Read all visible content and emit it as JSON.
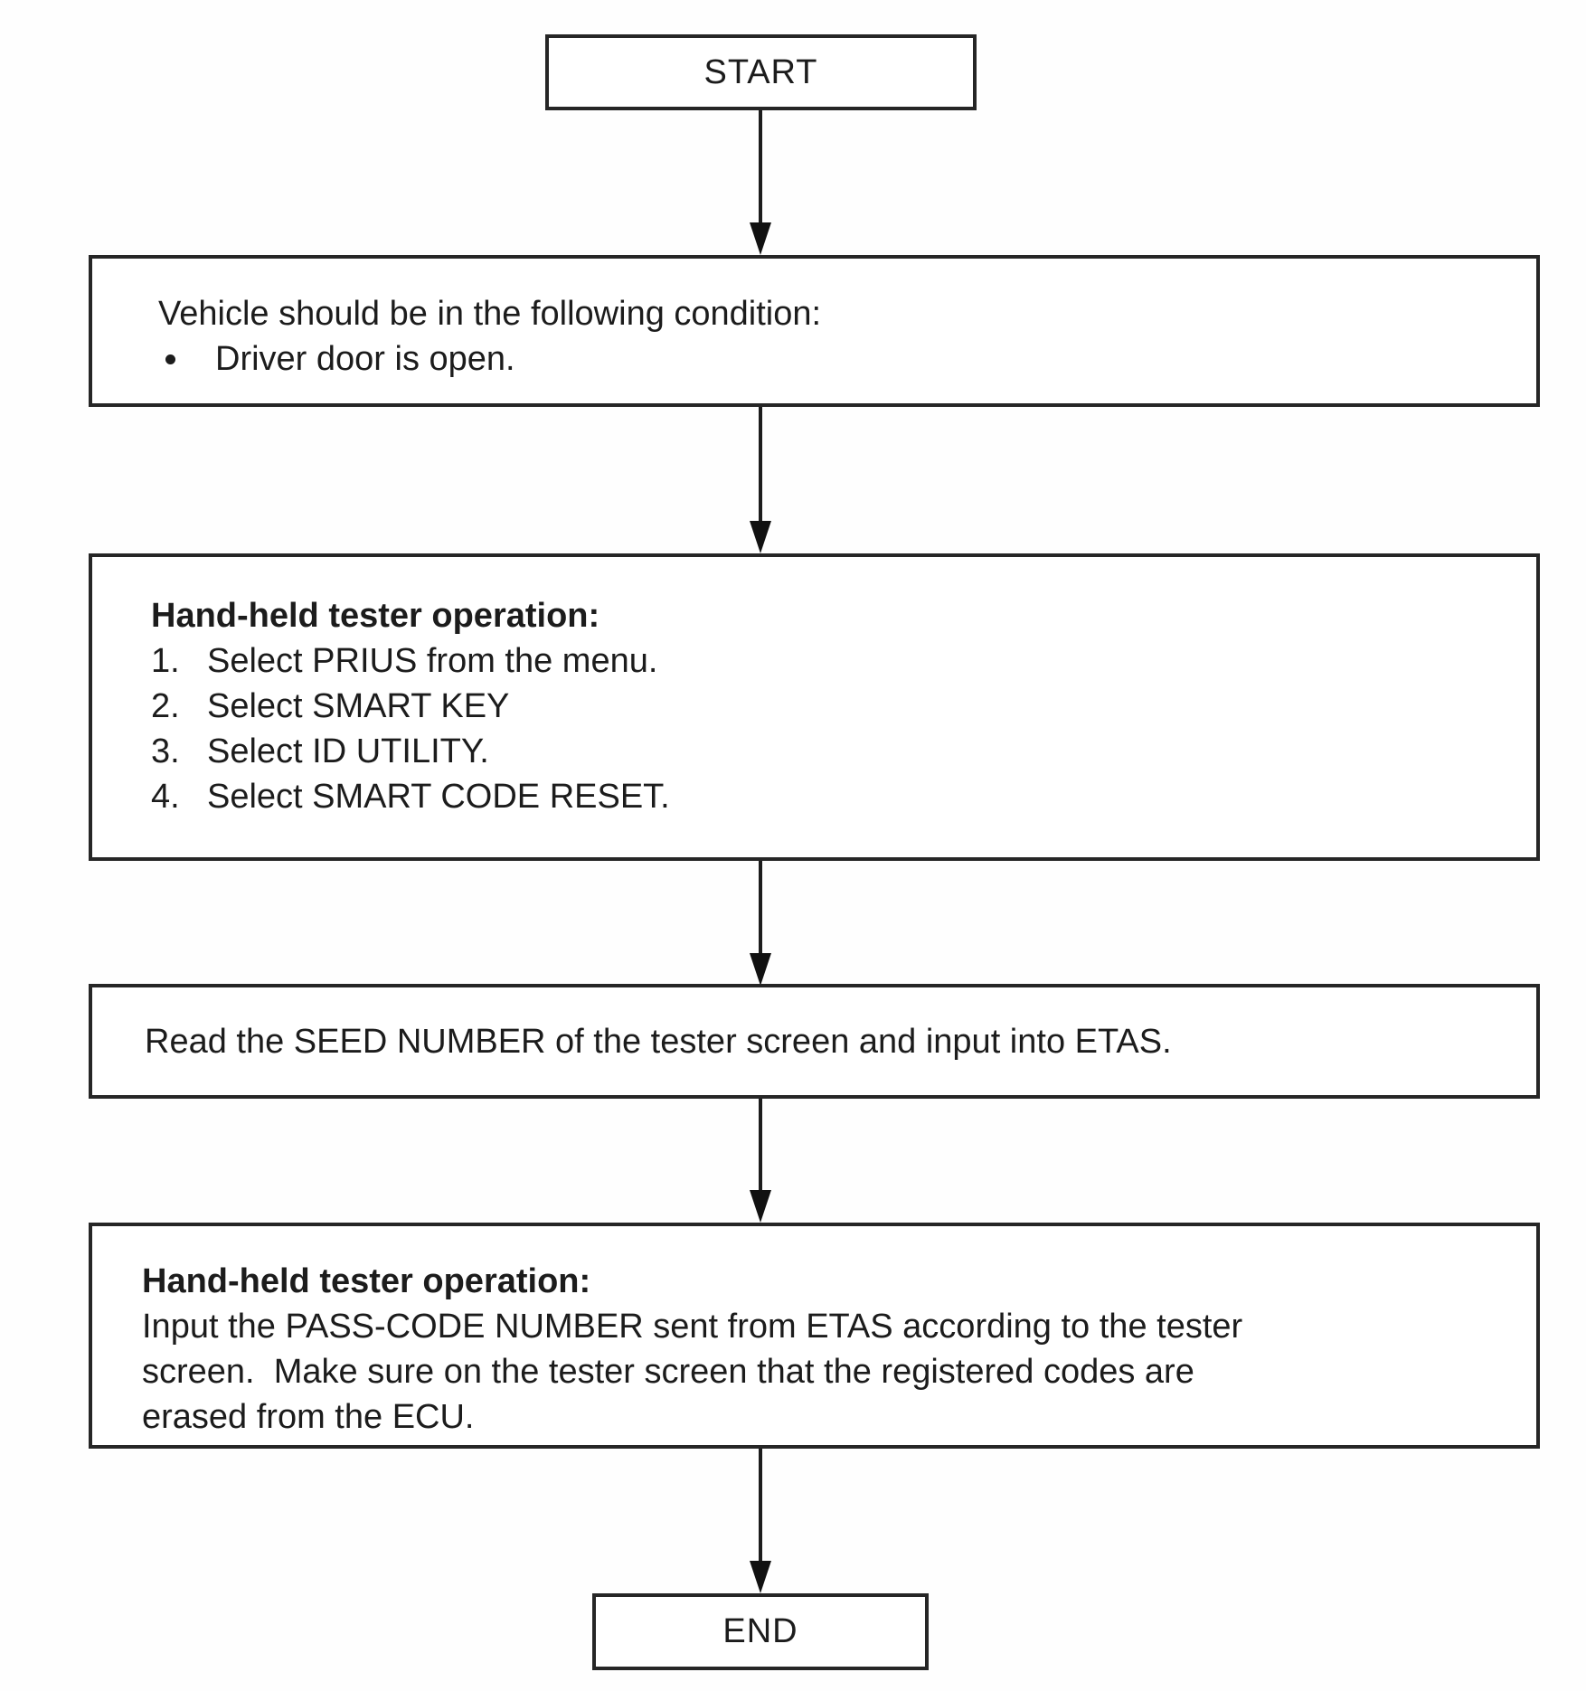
{
  "flowchart": {
    "colors": {
      "line": "#262626",
      "text": "#1c1c1c",
      "background": "#ffffff"
    },
    "nodes": {
      "start": {
        "label": "START"
      },
      "vehicle_condition": {
        "title": "Vehicle should be in the following condition:",
        "bullet": "Driver door is open."
      },
      "tester_operation_1": {
        "title": "Hand-held tester operation:",
        "steps": [
          {
            "num": "1.",
            "text": "Select PRIUS from the menu."
          },
          {
            "num": "2.",
            "text": "Select SMART KEY"
          },
          {
            "num": "3.",
            "text": "Select ID UTILITY."
          },
          {
            "num": "4.",
            "text": "Select SMART CODE RESET."
          }
        ]
      },
      "seed_number": {
        "text": "Read the SEED NUMBER of the tester screen and input into ETAS."
      },
      "tester_operation_2": {
        "title": "Hand-held tester operation:",
        "lines": [
          "Input the PASS-CODE NUMBER sent from ETAS according to the tester",
          "screen.  Make sure on the tester screen that the registered codes are",
          "erased from the ECU."
        ]
      },
      "end": {
        "label": "END"
      }
    }
  }
}
